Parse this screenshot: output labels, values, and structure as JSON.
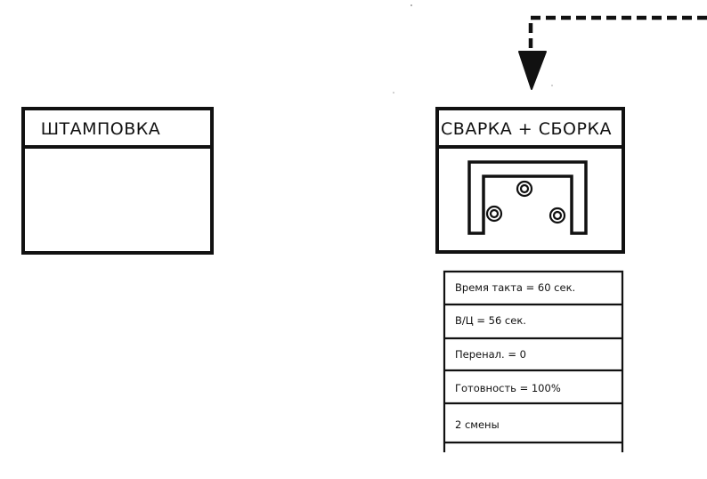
{
  "process_left": {
    "title": "ШТАМПОВКА"
  },
  "process_right": {
    "title": "СВАРКА + СБОРКА"
  },
  "data_box": {
    "rows": [
      "Время такта = 60 сек.",
      "В/Ц = 56 сек.",
      "Перенал. = 0",
      "Готовность = 100%",
      "2 смены",
      ""
    ]
  },
  "icons": {
    "workcell": "u-shaped-workcell-icon",
    "operator": "operator-icon",
    "arrow": "push-arrow-down-icon"
  },
  "colors": {
    "ink": "#111111",
    "background": "#ffffff"
  }
}
